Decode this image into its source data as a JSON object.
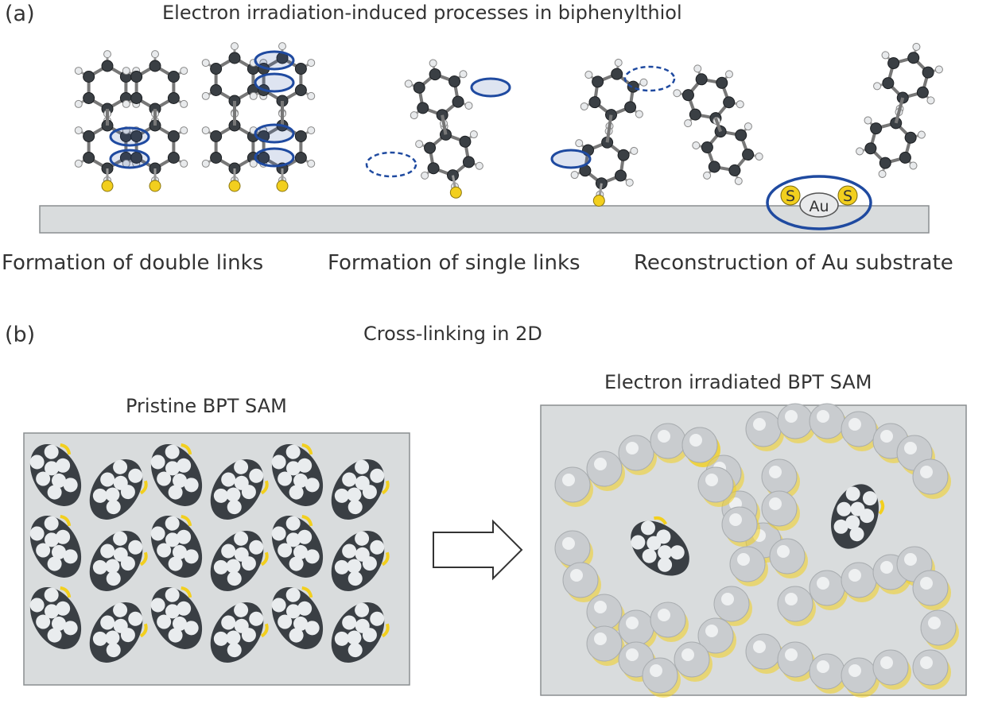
{
  "panel_a": {
    "label": "(a)",
    "title": "Electron irradiation-induced processes in biphenylthiol",
    "captions": {
      "double_links": "Formation of double links",
      "single_links": "Formation of single links",
      "reconstruction": "Reconstruction of Au substrate"
    },
    "atoms": {
      "sulfur": "S",
      "gold": "Au"
    }
  },
  "panel_b": {
    "label": "(b)",
    "title": "Cross-linking in 2D",
    "pristine_title": "Pristine BPT SAM",
    "irradiated_title": "Electron irradiated BPT SAM"
  },
  "colors": {
    "carbon": "#3a3f44",
    "hydrogen": "#e8eaec",
    "sulfur": "#f2cf1e",
    "link_ring": "#1f4aa0",
    "substrate": "#d9dcdd",
    "irradiated_molecule": "#c9cccf"
  }
}
